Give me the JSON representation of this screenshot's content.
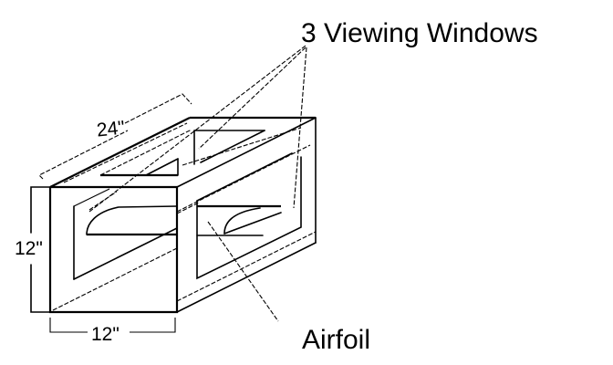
{
  "diagram": {
    "title_label": "3 Viewing Windows",
    "airfoil_label": "Airfoil",
    "dimensions": {
      "length": "24\"",
      "height": "12\"",
      "width": "12\""
    },
    "colors": {
      "line": "#000000",
      "background": "#ffffff"
    },
    "components": [
      "box-frame",
      "front-viewing-window",
      "side-viewing-window",
      "top-viewing-window",
      "airfoil",
      "dimension-lines",
      "leader-lines"
    ]
  }
}
